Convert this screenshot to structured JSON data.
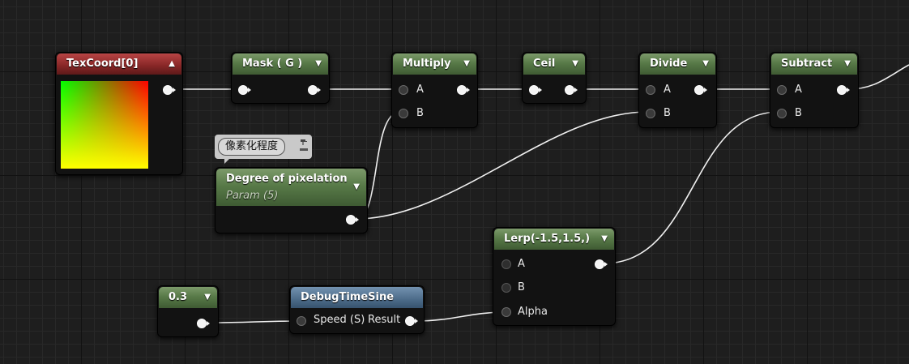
{
  "nodes": {
    "texcoord": {
      "title": "TexCoord[0]",
      "chevron": "▲",
      "header_color": "#8a2828"
    },
    "mask": {
      "title": "Mask ( G )",
      "chevron": "▼"
    },
    "multiply": {
      "title": "Multiply",
      "chevron": "▼",
      "pin_a": "A",
      "pin_b": "B"
    },
    "ceil": {
      "title": "Ceil",
      "chevron": "▼"
    },
    "divide": {
      "title": "Divide",
      "chevron": "▼",
      "pin_a": "A",
      "pin_b": "B"
    },
    "subtract": {
      "title": "Subtract",
      "chevron": "▼",
      "pin_a": "A",
      "pin_b": "B"
    },
    "param": {
      "title": "Degree of pixelation",
      "subtitle": "Param (5)",
      "chevron": "▼"
    },
    "lerp": {
      "title": "Lerp(-1.5,1.5,)",
      "chevron": "▼",
      "pin_a": "A",
      "pin_b": "B",
      "pin_alpha": "Alpha"
    },
    "const": {
      "title": "0.3",
      "chevron": "▼"
    },
    "debugsine": {
      "title": "DebugTimeSine",
      "pin_speed": "Speed (S)",
      "pin_result": "Result",
      "header_color": "#4f6e8c"
    }
  },
  "comment": {
    "text": "像素化程度",
    "icon": "pin-icon"
  },
  "colors": {
    "background": "#1e1e1e",
    "material_header": "#587a48",
    "wire": "#f0f0f0"
  }
}
